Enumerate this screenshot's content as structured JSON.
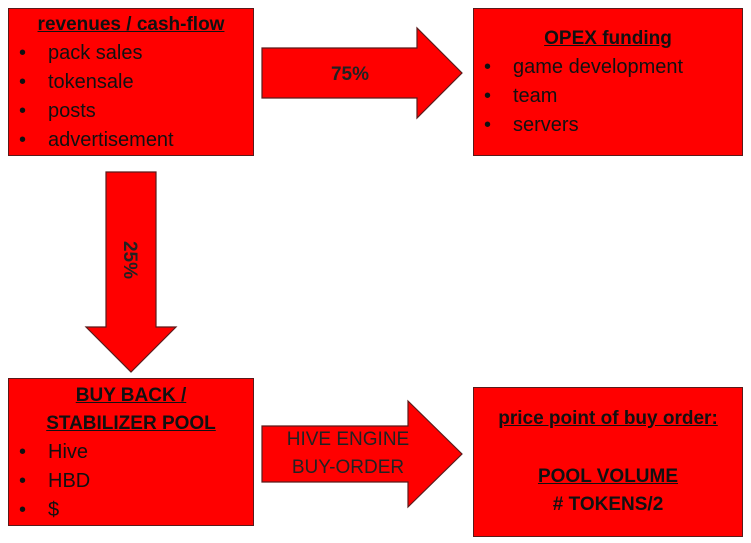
{
  "boxes": {
    "revenues": {
      "title": "revenues / cash-flow",
      "items": [
        "pack sales",
        "tokensale",
        "posts",
        "advertisement"
      ]
    },
    "opex": {
      "title": "OPEX funding",
      "items": [
        "game development",
        "team",
        "servers"
      ]
    },
    "buyback": {
      "title_line1": "BUY BACK /",
      "title_line2": "STABILIZER POOL",
      "items": [
        "Hive",
        "HBD",
        "$"
      ]
    },
    "price_point": {
      "title": "price point of buy order:",
      "formula_line1": "POOL VOLUME",
      "formula_line2": "# TOKENS/2"
    }
  },
  "arrows": {
    "to_opex": {
      "label": "75%"
    },
    "to_buyback": {
      "label": "25%"
    },
    "to_price_point": {
      "label_line1": "HIVE ENGINE",
      "label_line2": "BUY-ORDER"
    }
  },
  "colors": {
    "box_fill": "#ff0000",
    "arrow_fill": "#ff0000",
    "border": "#5a1a1a"
  }
}
